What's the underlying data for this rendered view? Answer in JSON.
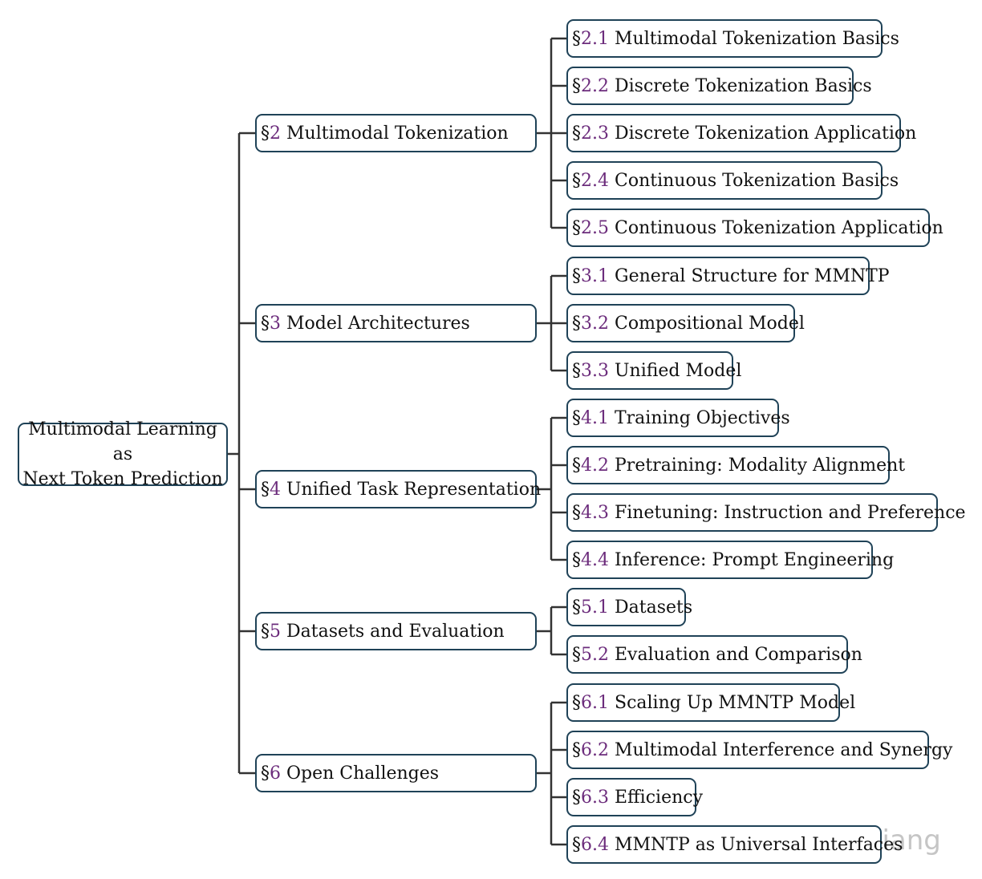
{
  "colors": {
    "border": "#1f4257",
    "number": "#6c2c7c",
    "text": "#111111",
    "line": "#333333"
  },
  "root": {
    "line1": "Multimodal Learning as",
    "line2": "Next Token Prediction"
  },
  "sections": [
    {
      "num": "2",
      "label": "Multimodal Tokenization",
      "children": [
        {
          "num": "2.1",
          "label": "Multimodal Tokenization Basics"
        },
        {
          "num": "2.2",
          "label": "Discrete Tokenization Basics"
        },
        {
          "num": "2.3",
          "label": "Discrete Tokenization Application"
        },
        {
          "num": "2.4",
          "label": "Continuous Tokenization Basics"
        },
        {
          "num": "2.5",
          "label": "Continuous Tokenization Application"
        }
      ]
    },
    {
      "num": "3",
      "label": "Model Architectures",
      "children": [
        {
          "num": "3.1",
          "label": "General Structure for MMNTP"
        },
        {
          "num": "3.2",
          "label": "Compositional Model"
        },
        {
          "num": "3.3",
          "label": "Unified Model"
        }
      ]
    },
    {
      "num": "4",
      "label": "Unified Task Representation",
      "children": [
        {
          "num": "4.1",
          "label": "Training Objectives"
        },
        {
          "num": "4.2",
          "label": "Pretraining: Modality Alignment"
        },
        {
          "num": "4.3",
          "label": "Finetuning: Instruction and Preference"
        },
        {
          "num": "4.4",
          "label": "Inference: Prompt Engineering"
        }
      ]
    },
    {
      "num": "5",
      "label": "Datasets and Evaluation",
      "children": [
        {
          "num": "5.1",
          "label": "Datasets"
        },
        {
          "num": "5.2",
          "label": "Evaluation and Comparison"
        }
      ]
    },
    {
      "num": "6",
      "label": "Open Challenges",
      "children": [
        {
          "num": "6.1",
          "label": "Scaling Up MMNTP Model"
        },
        {
          "num": "6.2",
          "label": "Multimodal Interference and Synergy"
        },
        {
          "num": "6.3",
          "label": "Efficiency"
        },
        {
          "num": "6.4",
          "label": "MMNTP as Universal Interfaces"
        }
      ]
    }
  ],
  "watermark": "知乎 @Chenlliang"
}
